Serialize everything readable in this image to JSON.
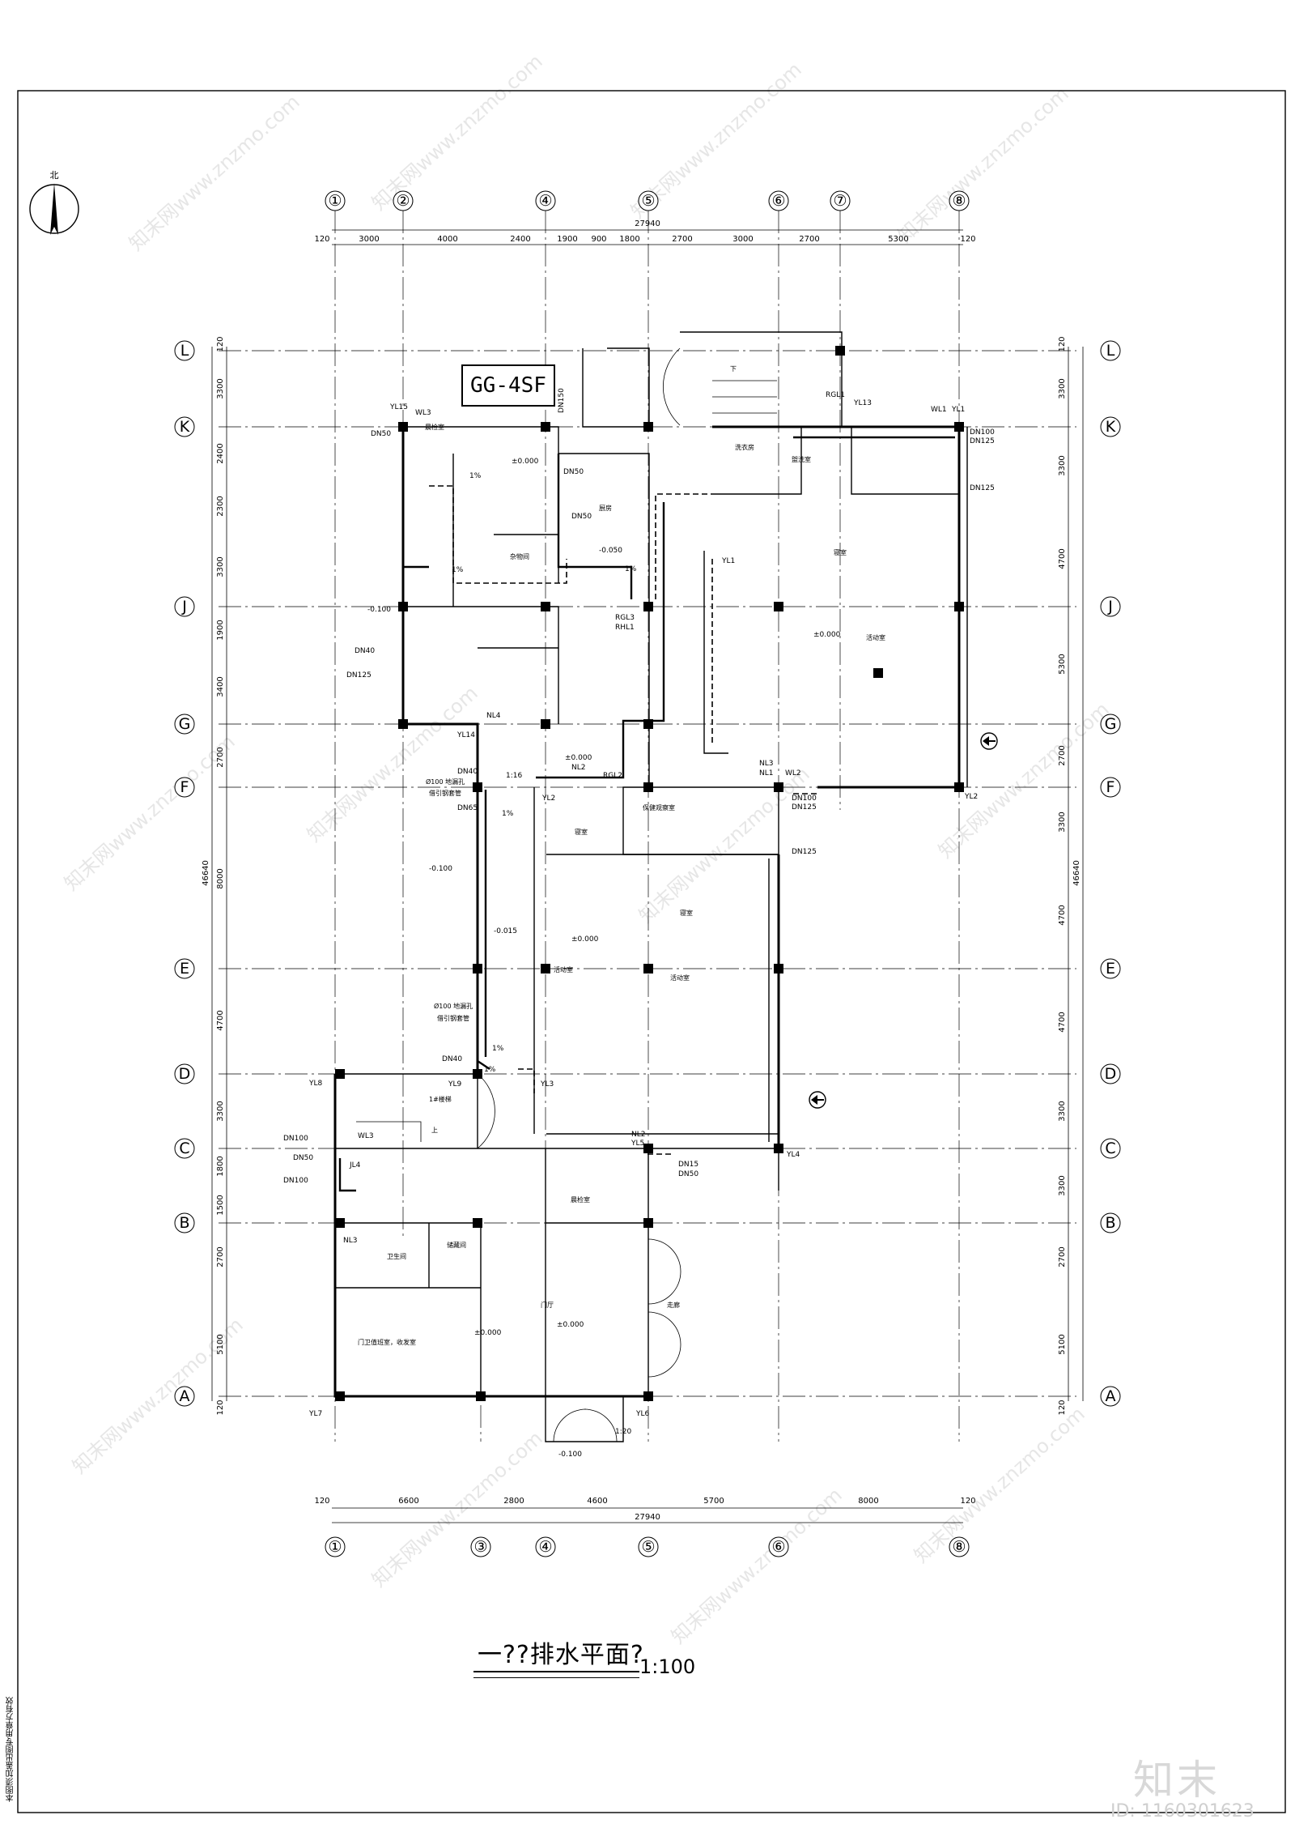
{
  "drawing": {
    "title": "一??排水平面?",
    "scale": "1:100",
    "system_tag": "GG-4SF",
    "north_label": "北",
    "left_stamp": "本图须加盖出图专用章方有效",
    "watermark_logo": "知末",
    "watermark_id": "ID: 1160301623",
    "watermark_text": "知末网www.znzmo.com"
  },
  "axes_vertical": [
    "①",
    "②",
    "④",
    "⑤",
    "⑥",
    "⑦",
    "⑧"
  ],
  "axes_vertical_bottom": [
    "①",
    "③",
    "④",
    "⑤",
    "⑥",
    "⑧"
  ],
  "axes_horizontal": [
    "L",
    "K",
    "J",
    "G",
    "F",
    "E",
    "D",
    "C",
    "B",
    "A"
  ],
  "dimensions": {
    "top_total": "27940",
    "top_segments": [
      "120",
      "3000",
      "4000",
      "2400",
      "1900",
      "900",
      "1800",
      "2700",
      "3000",
      "2700",
      "5300",
      "120"
    ],
    "bottom_total": "27940",
    "bottom_segments": [
      "120",
      "6600",
      "2800",
      "4600",
      "5700",
      "8000",
      "120"
    ],
    "left_total": "46640",
    "left_segments": [
      "120",
      "3300",
      "2400",
      "2300",
      "3300",
      "1900",
      "3400",
      "2700",
      "8000",
      "4700",
      "3300",
      "1800",
      "1500",
      "2700",
      "5100",
      "120"
    ],
    "right_total": "46640",
    "right_segments": [
      "120",
      "3300",
      "3300",
      "4700",
      "5300",
      "2700",
      "3300",
      "4700",
      "4700",
      "3300",
      "3300",
      "2700",
      "5100",
      "120"
    ]
  },
  "labels": {
    "dn50_a": "DN50",
    "dn40_a": "DN40",
    "dn125_a": "DN125",
    "dn40_b": "DN40",
    "dn65": "DN65",
    "dn40_c": "DN40",
    "dn100_a": "DN100",
    "dn50_b": "DN50",
    "dn100_b": "DN100",
    "dn100_c": "DN100",
    "dn125_b": "DN125",
    "dn125_c": "DN125",
    "dn100_d": "DN100",
    "dn125_d": "DN125",
    "dn125_e": "DN125",
    "dn15": "DN15",
    "dn50_c": "DN50",
    "dn150": "DN150",
    "dn50_d": "DN50",
    "dn50_e": "DN50",
    "ylg": "YL15",
    "wl3a": "WL3",
    "yl14": "YL14",
    "nl4": "NL4",
    "yl2": "YL2",
    "nl2": "NL2",
    "rgl2": "RGL2",
    "rgl3": "RGL3",
    "rhl1": "RHL1",
    "yl1": "YL1",
    "wl1": "WL1",
    "yl13": "YL13",
    "rgl1": "RGL1",
    "nl3a": "NL3",
    "nl1": "NL1",
    "wl2": "WL2",
    "yl2b": "YL2",
    "yl8": "YL8",
    "wl3b": "WL3",
    "jl4": "JL4",
    "yl9": "YL9",
    "nl3b": "NL3",
    "yl7": "YL7",
    "yl6": "YL6",
    "yl5": "YL5",
    "nl2b": "NL2",
    "yl4": "YL4",
    "yl3": "YL3",
    "lv_0": "±0.000",
    "lv_0b": "±0.000",
    "lv_0c": "±0.000",
    "lv_0d": "±0.000",
    "lv_0e": "±0.000",
    "lv_0f": "±0.000",
    "lv_m100a": "-0.100",
    "lv_m100b": "-0.100",
    "lv_m100c": "-0.100",
    "lv_m015": "-0.015",
    "lv_m050": "-0.050",
    "slope1": "1%",
    "slope2": "1%",
    "slope3": "1%",
    "slope4": "1%",
    "slope5": "1%",
    "slope6": "1%",
    "ratio1": "1:16",
    "ratio2": "1:20",
    "pipe_d100": "Ø100 地漏孔",
    "pipe_d100b": "Ø100 地漏孔",
    "pipe_note": "借引钢套管",
    "pipe_note2": "借引钢套管",
    "room_stair1": "1#楼梯",
    "room_up": "上",
    "room_down": "下",
    "room_dorm1": "寝室",
    "room_activity1": "活动室",
    "room_dorm2": "寝室",
    "room_activity2": "活动室",
    "room_dorm3": "寝室",
    "room_act3": "活动室",
    "room_hall": "门厅",
    "room_hallway": "走廊",
    "room_lobby": "晨检室",
    "room_storage": "储藏间",
    "room_toilet1": "卫生间",
    "room_kitchen": "厨房",
    "room_laundry": "洗衣房",
    "room_wash": "盥洗室",
    "room_morn": "晨检室",
    "room_med": "保健观察室",
    "room_office": "门卫值班室，收发室",
    "room_misc": "杂物间"
  }
}
